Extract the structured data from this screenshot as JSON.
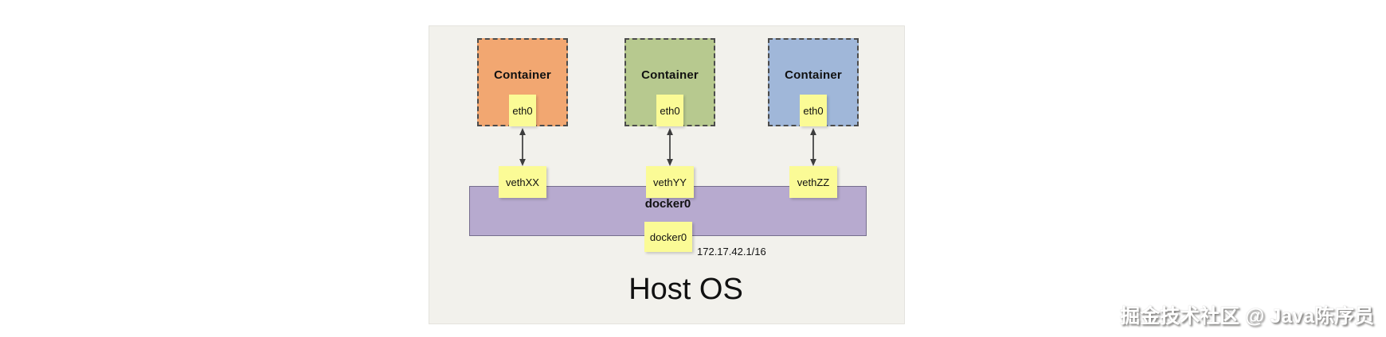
{
  "diagram": {
    "containers": [
      {
        "label": "Container",
        "interface": "eth0",
        "veth": "vethXX",
        "fill": "#F2A771"
      },
      {
        "label": "Container",
        "interface": "eth0",
        "veth": "vethYY",
        "fill": "#B7C98F"
      },
      {
        "label": "Container",
        "interface": "eth0",
        "veth": "vethZZ",
        "fill": "#A0B7D9"
      }
    ],
    "bridge": {
      "label": "docker0",
      "interface": "docker0",
      "ip": "172.17.42.1/16",
      "fill": "#B7AACF"
    },
    "host_label": "Host OS",
    "colors": {
      "interface_box_yellow": "#FBFB96",
      "panel_background": "#F2F1EC",
      "dashed_border": "#4C4C4C",
      "arrow": "#3D3D3D"
    }
  },
  "watermark": "掘金技术社区 @ Java陈序员"
}
